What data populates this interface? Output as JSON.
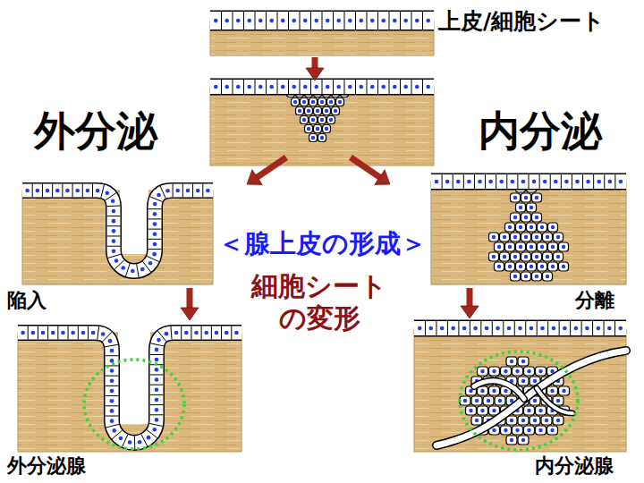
{
  "diagram": {
    "labels": [
      "上皮/細胞シート",
      "外分泌",
      "内分泌",
      "＜腺上皮の形成＞",
      "細胞シート の変形",
      "陥入",
      "分離",
      "外分泌腺",
      "内分泌腺"
    ]
  }
}
